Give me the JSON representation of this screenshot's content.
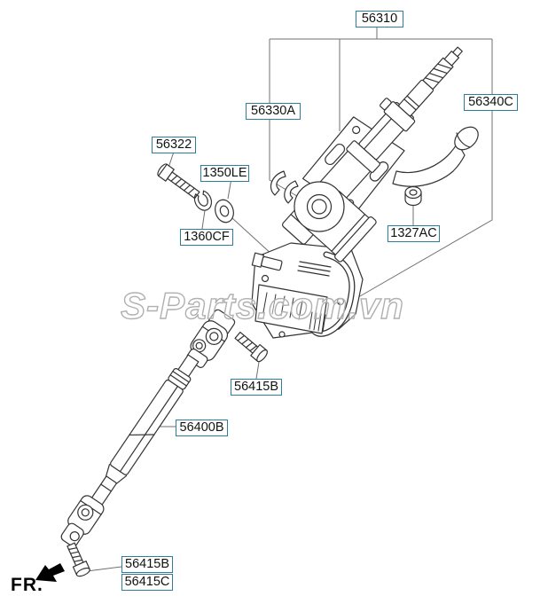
{
  "diagram": {
    "watermark": "S-Parts.com.vn",
    "fr_label": "FR.",
    "colors": {
      "label_border": "#2e7d9c",
      "label_text": "#121212",
      "drawing_line": "#333333",
      "bracket_line": "#6f6f6f",
      "watermark": "#b0b0b0",
      "background": "#ffffff",
      "direction_arrow": "#000000"
    },
    "parts": {
      "p56310": "56310",
      "p56330A": "56330A",
      "p56340C": "56340C",
      "p56322": "56322",
      "p1350LE": "1350LE",
      "p1360CF": "1360CF",
      "p1327AC": "1327AC",
      "p56415B_upper": "56415B",
      "p56400B": "56400B",
      "p56415B_lower": "56415B",
      "p56415C": "56415C"
    }
  }
}
